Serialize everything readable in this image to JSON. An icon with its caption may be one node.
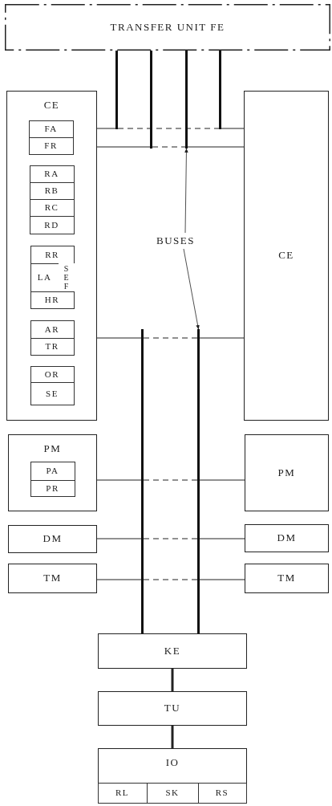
{
  "diagram": {
    "nodes": [
      {
        "text": [
          "TRANSFER UNIT FE"
        ]
      },
      {
        "text": [
          "CE"
        ]
      },
      {
        "text": [
          "FA"
        ],
        "in": 1
      },
      {
        "text": [
          "FR"
        ],
        "in": 1
      },
      {
        "text": [
          "RA"
        ],
        "in": 1
      },
      {
        "text": [
          "RB"
        ],
        "in": 1
      },
      {
        "text": [
          "RC"
        ],
        "in": 1
      },
      {
        "text": [
          "RD"
        ],
        "in": 1
      },
      {
        "text": [
          "RR"
        ],
        "in": 1
      },
      {
        "text": [
          "LA"
        ],
        "in": 1
      },
      {
        "text": [
          "SEF"
        ],
        "in": 1
      },
      {
        "text": [
          "HR"
        ],
        "in": 1
      },
      {
        "text": [
          "AR"
        ],
        "in": 1
      },
      {
        "text": [
          "TR"
        ],
        "in": 1
      },
      {
        "text": [
          "OR"
        ],
        "in": 1
      },
      {
        "text": [
          "SE"
        ],
        "in": 1
      },
      {
        "text": [],
        "shape": "bar"
      },
      {
        "text": [],
        "shape": "bar"
      },
      {
        "text": [],
        "shape": "bar"
      },
      {
        "text": [],
        "shape": "bar"
      },
      {
        "text": [
          "BUSES"
        ]
      },
      {
        "text": [
          "CE"
        ]
      },
      {
        "text": [],
        "shape": "bar"
      },
      {
        "text": [],
        "shape": "bar"
      },
      {
        "text": [
          "PM"
        ]
      },
      {
        "text": [
          "PA"
        ],
        "in": 24
      },
      {
        "text": [
          "PR"
        ],
        "in": 24
      },
      {
        "text": [
          "PM"
        ]
      },
      {
        "text": [
          "DM"
        ]
      },
      {
        "text": [
          "DM"
        ]
      },
      {
        "text": [
          "TM"
        ]
      },
      {
        "text": [
          "TM"
        ]
      },
      {
        "text": [
          "KE"
        ]
      },
      {
        "text": [
          "TU"
        ]
      },
      {
        "text": [
          "IO"
        ]
      },
      {
        "text": [
          "RL"
        ],
        "in": 34
      },
      {
        "text": [
          "SK"
        ],
        "in": 34
      },
      {
        "text": [
          "RS"
        ],
        "in": 34
      }
    ],
    "edges": [
      {
        "from": 2,
        "to": 16,
        "arrow": "none"
      },
      {
        "from": 16,
        "to": 19,
        "arrow": "none",
        "style": "dashed"
      },
      {
        "from": 19,
        "to": 21,
        "arrow": "none"
      },
      {
        "from": 3,
        "to": 17,
        "arrow": "none"
      },
      {
        "from": 17,
        "to": 18,
        "arrow": "none",
        "style": "dashed"
      },
      {
        "from": 18,
        "to": 21,
        "arrow": "none"
      },
      {
        "from": 12,
        "to": 22,
        "arrow": "none"
      },
      {
        "from": 22,
        "to": 23,
        "arrow": "none",
        "style": "dashed"
      },
      {
        "from": 23,
        "to": 21,
        "arrow": "none"
      },
      {
        "from": 25,
        "to": 22,
        "arrow": "none"
      },
      {
        "from": 22,
        "to": 23,
        "arrow": "none",
        "style": "dashed"
      },
      {
        "from": 23,
        "to": 27,
        "arrow": "none"
      },
      {
        "from": 28,
        "to": 22,
        "arrow": "none"
      },
      {
        "from": 22,
        "to": 23,
        "arrow": "none",
        "style": "dashed"
      },
      {
        "from": 23,
        "to": 29,
        "arrow": "none"
      },
      {
        "from": 30,
        "to": 22,
        "arrow": "none"
      },
      {
        "from": 22,
        "to": 23,
        "arrow": "none",
        "style": "dashed"
      },
      {
        "from": 23,
        "to": 31,
        "arrow": "none"
      },
      {
        "from": 20,
        "to": 18,
        "arrow": "to"
      },
      {
        "from": 20,
        "to": 23,
        "arrow": "to"
      },
      {
        "from": 32,
        "to": 33,
        "arrow": "none",
        "style": "thick"
      },
      {
        "from": 33,
        "to": 34,
        "arrow": "none",
        "style": "thick"
      }
    ]
  }
}
